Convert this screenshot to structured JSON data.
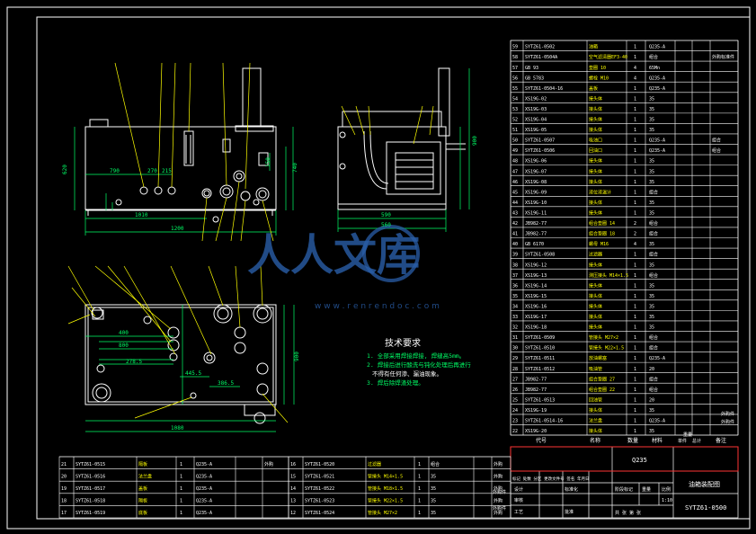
{
  "tech_req": {
    "title": "技术要求",
    "items": [
      "1. 全部采用焊接焊接, 焊缝高5mm。",
      "2. 焊接后进行酸洗与钝化处理后再进行",
      "不得有任何渗、漏油现象。",
      "3. 焊后除焊渣处理。"
    ]
  },
  "watermark": {
    "brand": "人人文库",
    "url": "w w w . r e n r e n d o c . c o m"
  },
  "title_block": {
    "col_code": "代号",
    "col_name": "名称",
    "col_qty": "数量",
    "col_material": "材料",
    "col_unit_wt": "单件",
    "col_total_wt": "总计",
    "col_remark": "备注",
    "weight_label": "重量",
    "material_mark": "Q235",
    "drawing_name": "油箱装配图",
    "drawing_number": "SYTZ61-0500",
    "scale": "1:10",
    "phase_label": "阶段标记",
    "weight_head": "重量",
    "scale_head": "比例",
    "rev_marks": "标记 处数 分区 更改文件号 签名 年月日",
    "designer": "设计",
    "standardization": "标准化",
    "review": "审核",
    "process": "工艺",
    "approve": "批准",
    "sheets": "共  张  第  张"
  },
  "bom_right": [
    {
      "no": "59",
      "code": "SYTZ61-0502",
      "name": "油箱",
      "qty": "1",
      "mat": "Q235-A",
      "rem": ""
    },
    {
      "no": "58",
      "code": "SYTZ61-0504A",
      "name": "空气滤清器EF3-40",
      "qty": "1",
      "mat": "组合",
      "rem": "外购标准件"
    },
    {
      "no": "57",
      "code": "GB 93",
      "name": "垫圈 10",
      "qty": "4",
      "mat": "65Mn",
      "rem": ""
    },
    {
      "no": "56",
      "code": "GB 5783",
      "name": "螺栓 M10",
      "qty": "4",
      "mat": "Q235-A",
      "rem": ""
    },
    {
      "no": "55",
      "code": "SYTZ61-0504-16",
      "name": "盖板",
      "qty": "1",
      "mat": "Q235-A",
      "rem": ""
    },
    {
      "no": "54",
      "code": "XS19G-02",
      "name": "接头体",
      "qty": "1",
      "mat": "35",
      "rem": ""
    },
    {
      "no": "53",
      "code": "XS19G-03",
      "name": "接头体",
      "qty": "1",
      "mat": "35",
      "rem": ""
    },
    {
      "no": "52",
      "code": "XS19G-04",
      "name": "接头体",
      "qty": "1",
      "mat": "35",
      "rem": ""
    },
    {
      "no": "51",
      "code": "XS19G-05",
      "name": "接头体",
      "qty": "1",
      "mat": "35",
      "rem": ""
    },
    {
      "no": "50",
      "code": "SYTZ61-0507",
      "name": "吸油口",
      "qty": "1",
      "mat": "Q235-A",
      "rem": "组合"
    },
    {
      "no": "49",
      "code": "SYTZ61-0506",
      "name": "回油口",
      "qty": "1",
      "mat": "Q235-A",
      "rem": "组合"
    },
    {
      "no": "48",
      "code": "XS19G-06",
      "name": "接头体",
      "qty": "1",
      "mat": "35",
      "rem": ""
    },
    {
      "no": "47",
      "code": "XS19G-07",
      "name": "接头体",
      "qty": "1",
      "mat": "35",
      "rem": ""
    },
    {
      "no": "46",
      "code": "XS19G-08",
      "name": "接头体",
      "qty": "1",
      "mat": "35",
      "rem": ""
    },
    {
      "no": "45",
      "code": "XS19G-09",
      "name": "液位液温计",
      "qty": "1",
      "mat": "组合",
      "rem": ""
    },
    {
      "no": "44",
      "code": "XS19G-10",
      "name": "接头体",
      "qty": "1",
      "mat": "35",
      "rem": ""
    },
    {
      "no": "43",
      "code": "XS19G-11",
      "name": "接头体",
      "qty": "1",
      "mat": "35",
      "rem": ""
    },
    {
      "no": "42",
      "code": "JB982-77",
      "name": "组合垫圈 14",
      "qty": "2",
      "mat": "组合",
      "rem": ""
    },
    {
      "no": "41",
      "code": "JB982-77",
      "name": "组合垫圈 18",
      "qty": "2",
      "mat": "组合",
      "rem": ""
    },
    {
      "no": "40",
      "code": "GB 6170",
      "name": "螺母 M16",
      "qty": "4",
      "mat": "35",
      "rem": ""
    },
    {
      "no": "39",
      "code": "SYTZ61-0508",
      "name": "过滤器",
      "qty": "1",
      "mat": "组合",
      "rem": ""
    },
    {
      "no": "38",
      "code": "XS19G-12",
      "name": "接头体",
      "qty": "1",
      "mat": "35",
      "rem": ""
    },
    {
      "no": "37",
      "code": "XS19G-13",
      "name": "测压接头 M14×1.5",
      "qty": "1",
      "mat": "组合",
      "rem": ""
    },
    {
      "no": "36",
      "code": "XS19G-14",
      "name": "接头体",
      "qty": "1",
      "mat": "35",
      "rem": ""
    },
    {
      "no": "35",
      "code": "XS19G-15",
      "name": "接头体",
      "qty": "1",
      "mat": "35",
      "rem": ""
    },
    {
      "no": "34",
      "code": "XS19G-16",
      "name": "接头体",
      "qty": "1",
      "mat": "35",
      "rem": ""
    },
    {
      "no": "33",
      "code": "XS19G-17",
      "name": "接头体",
      "qty": "1",
      "mat": "35",
      "rem": ""
    },
    {
      "no": "32",
      "code": "XS19G-18",
      "name": "接头体",
      "qty": "1",
      "mat": "35",
      "rem": ""
    },
    {
      "no": "31",
      "code": "SYTZ61-0509",
      "name": "管接头 M27×2",
      "qty": "1",
      "mat": "组合",
      "rem": ""
    },
    {
      "no": "30",
      "code": "SYTZ61-0510",
      "name": "管接头 M22×1.5",
      "qty": "1",
      "mat": "组合",
      "rem": ""
    },
    {
      "no": "29",
      "code": "SYTZ61-0511",
      "name": "放油螺塞",
      "qty": "1",
      "mat": "Q235-A",
      "rem": ""
    },
    {
      "no": "28",
      "code": "SYTZ61-0512",
      "name": "吸油管",
      "qty": "1",
      "mat": "20",
      "rem": ""
    },
    {
      "no": "27",
      "code": "JB982-77",
      "name": "组合垫圈 27",
      "qty": "1",
      "mat": "组合",
      "rem": ""
    },
    {
      "no": "26",
      "code": "JB982-77",
      "name": "组合垫圈 22",
      "qty": "1",
      "mat": "组合",
      "rem": ""
    },
    {
      "no": "25",
      "code": "SYTZ61-0513",
      "name": "回油管",
      "qty": "1",
      "mat": "20",
      "rem": ""
    },
    {
      "no": "24",
      "code": "XS19G-19",
      "name": "接头体",
      "qty": "1",
      "mat": "35",
      "rem": ""
    },
    {
      "no": "23",
      "code": "SYTZ61-0514-16",
      "name": "法兰盘",
      "qty": "1",
      "mat": "Q235-A",
      "rem": ""
    },
    {
      "no": "22",
      "code": "XS19G-20",
      "name": "接头体",
      "qty": "1",
      "mat": "35",
      "rem": ""
    }
  ],
  "bom_right_tail_notes": [
    "外购件",
    "外购件",
    "外购件",
    "外购件"
  ],
  "bom_bottom_left": [
    {
      "no": "21",
      "code": "SYTZ61-0515",
      "name": "隔板",
      "qty": "1",
      "mat": "Q235-A",
      "rem": "外购"
    },
    {
      "no": "20",
      "code": "SYTZ61-0516",
      "name": "法兰盘",
      "qty": "1",
      "mat": "Q235-A",
      "rem": ""
    },
    {
      "no": "19",
      "code": "SYTZ61-0517",
      "name": "盖板",
      "qty": "1",
      "mat": "Q235-A",
      "rem": ""
    },
    {
      "no": "18",
      "code": "SYTZ61-0518",
      "name": "隔板",
      "qty": "1",
      "mat": "Q235-A",
      "rem": ""
    },
    {
      "no": "17",
      "code": "SYTZ61-0519",
      "name": "底板",
      "qty": "1",
      "mat": "Q235-A",
      "rem": ""
    }
  ],
  "bom_bottom_mid": [
    {
      "no": "16",
      "code": "SYTZ61-0520",
      "name": "过滤器",
      "qty": "1",
      "mat": "组合",
      "rem": "外购"
    },
    {
      "no": "15",
      "code": "SYTZ61-0521",
      "name": "管接头 M14×1.5",
      "qty": "1",
      "mat": "35",
      "rem": "外购"
    },
    {
      "no": "14",
      "code": "SYTZ61-0522",
      "name": "管接头 M18×1.5",
      "qty": "1",
      "mat": "35",
      "rem": "外购"
    },
    {
      "no": "13",
      "code": "SYTZ61-0523",
      "name": "管接头 M22×1.5",
      "qty": "1",
      "mat": "35",
      "rem": "外购"
    },
    {
      "no": "12",
      "code": "SYTZ61-0524",
      "name": "管接头 M27×2",
      "qty": "1",
      "mat": "35",
      "rem": "外购"
    }
  ],
  "dims": {
    "d_790": "790",
    "d_270": "270",
    "d_215": "215",
    "d_1010": "1010",
    "d_1200": "1200",
    "d_620": "620",
    "d_150": "150",
    "d_740": "740",
    "d_590": "590",
    "d_560": "560",
    "d_400": "400",
    "d_800": "800",
    "d_900": "900",
    "d_278": "278.5",
    "d_445": "445.5",
    "d_386": "386.5",
    "d_900b": "900",
    "d_1080": "1080"
  }
}
